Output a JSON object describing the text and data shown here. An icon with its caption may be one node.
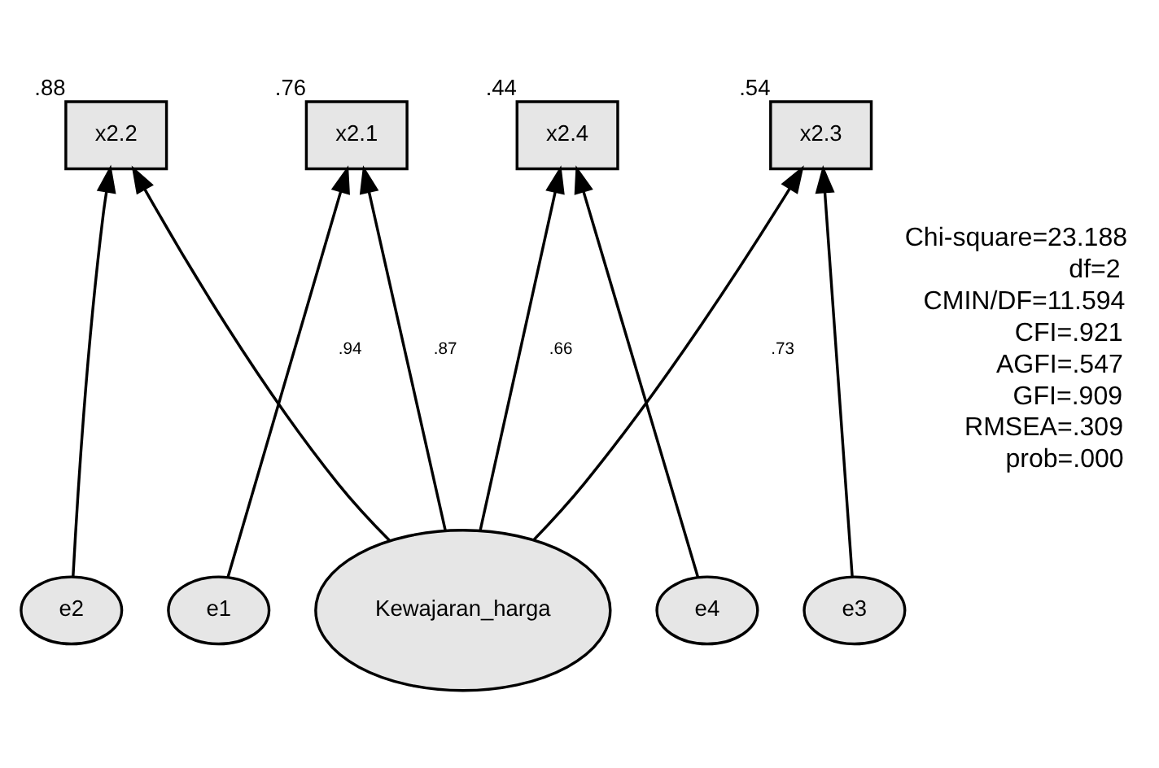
{
  "diagram": {
    "nodes": [
      {
        "text": [
          "e1"
        ]
      },
      {
        "text": [
          "e2"
        ]
      },
      {
        "text": [
          "e3"
        ]
      },
      {
        "text": [
          "e4"
        ]
      },
      {
        "text": [
          "x2.1"
        ],
        "beside": [
          ".76"
        ]
      },
      {
        "text": [
          "x2.2"
        ],
        "beside": [
          ".88"
        ]
      },
      {
        "text": [
          "x2.3"
        ],
        "beside": [
          ".54"
        ]
      },
      {
        "text": [
          "x2.4"
        ],
        "beside": [
          ".44"
        ]
      },
      {
        "text": [
          "Kewajaran_harga"
        ]
      }
    ],
    "edges": [
      {
        "from": 0,
        "to": 4,
        "arrow": "to"
      },
      {
        "from": 1,
        "to": 5,
        "arrow": "to"
      },
      {
        "from": 2,
        "to": 6,
        "arrow": "to"
      },
      {
        "from": 3,
        "to": 7,
        "arrow": "to"
      },
      {
        "from": 8,
        "to": 4,
        "arrow": "to",
        "label": ".87"
      },
      {
        "from": 8,
        "to": 5,
        "arrow": "to",
        "label": ".94"
      },
      {
        "from": 8,
        "to": 6,
        "arrow": "to",
        "label": ".73"
      },
      {
        "from": 8,
        "to": 7,
        "arrow": "to",
        "label": ".66"
      }
    ],
    "labels": [
      "Chi-square=23.188",
      "df=2",
      "CMIN/DF=11.594",
      "CFI=.921",
      "AGFI=.547",
      "GFI=.909",
      "RMSEA=.309",
      "prob=.000"
    ]
  }
}
